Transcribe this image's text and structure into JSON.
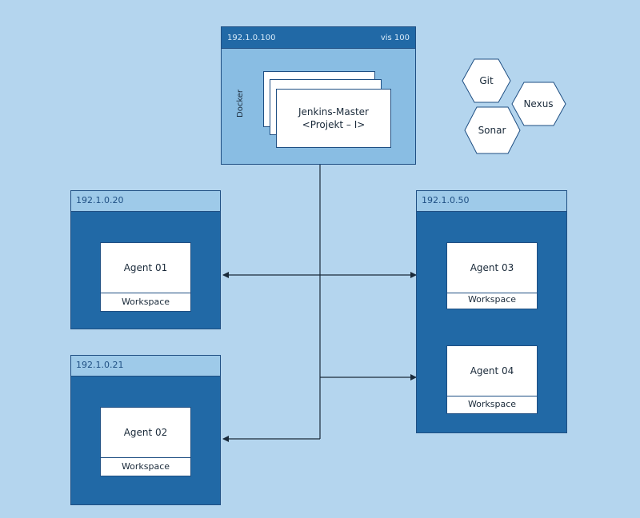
{
  "master": {
    "ip": "192.1.0.100",
    "vis": "vis 100",
    "docker_label": "Docker",
    "title": "Jenkins-Master",
    "subtitle": "<Projekt – I>"
  },
  "tools": {
    "git": "Git",
    "nexus": "Nexus",
    "sonar": "Sonar"
  },
  "servers": {
    "s20": {
      "ip": "192.1.0.20",
      "agents": [
        {
          "name": "Agent 01",
          "workspace": "Workspace"
        }
      ]
    },
    "s21": {
      "ip": "192.1.0.21",
      "agents": [
        {
          "name": "Agent 02",
          "workspace": "Workspace"
        }
      ]
    },
    "s50": {
      "ip": "192.1.0.50",
      "agents": [
        {
          "name": "Agent 03",
          "workspace": "Workspace"
        },
        {
          "name": "Agent 04",
          "workspace": "Workspace"
        }
      ]
    }
  },
  "colors": {
    "background": "#b4d5ee",
    "server_fill": "#2169a6",
    "header_fill": "#9ecae9",
    "line": "#1a2a3a"
  }
}
